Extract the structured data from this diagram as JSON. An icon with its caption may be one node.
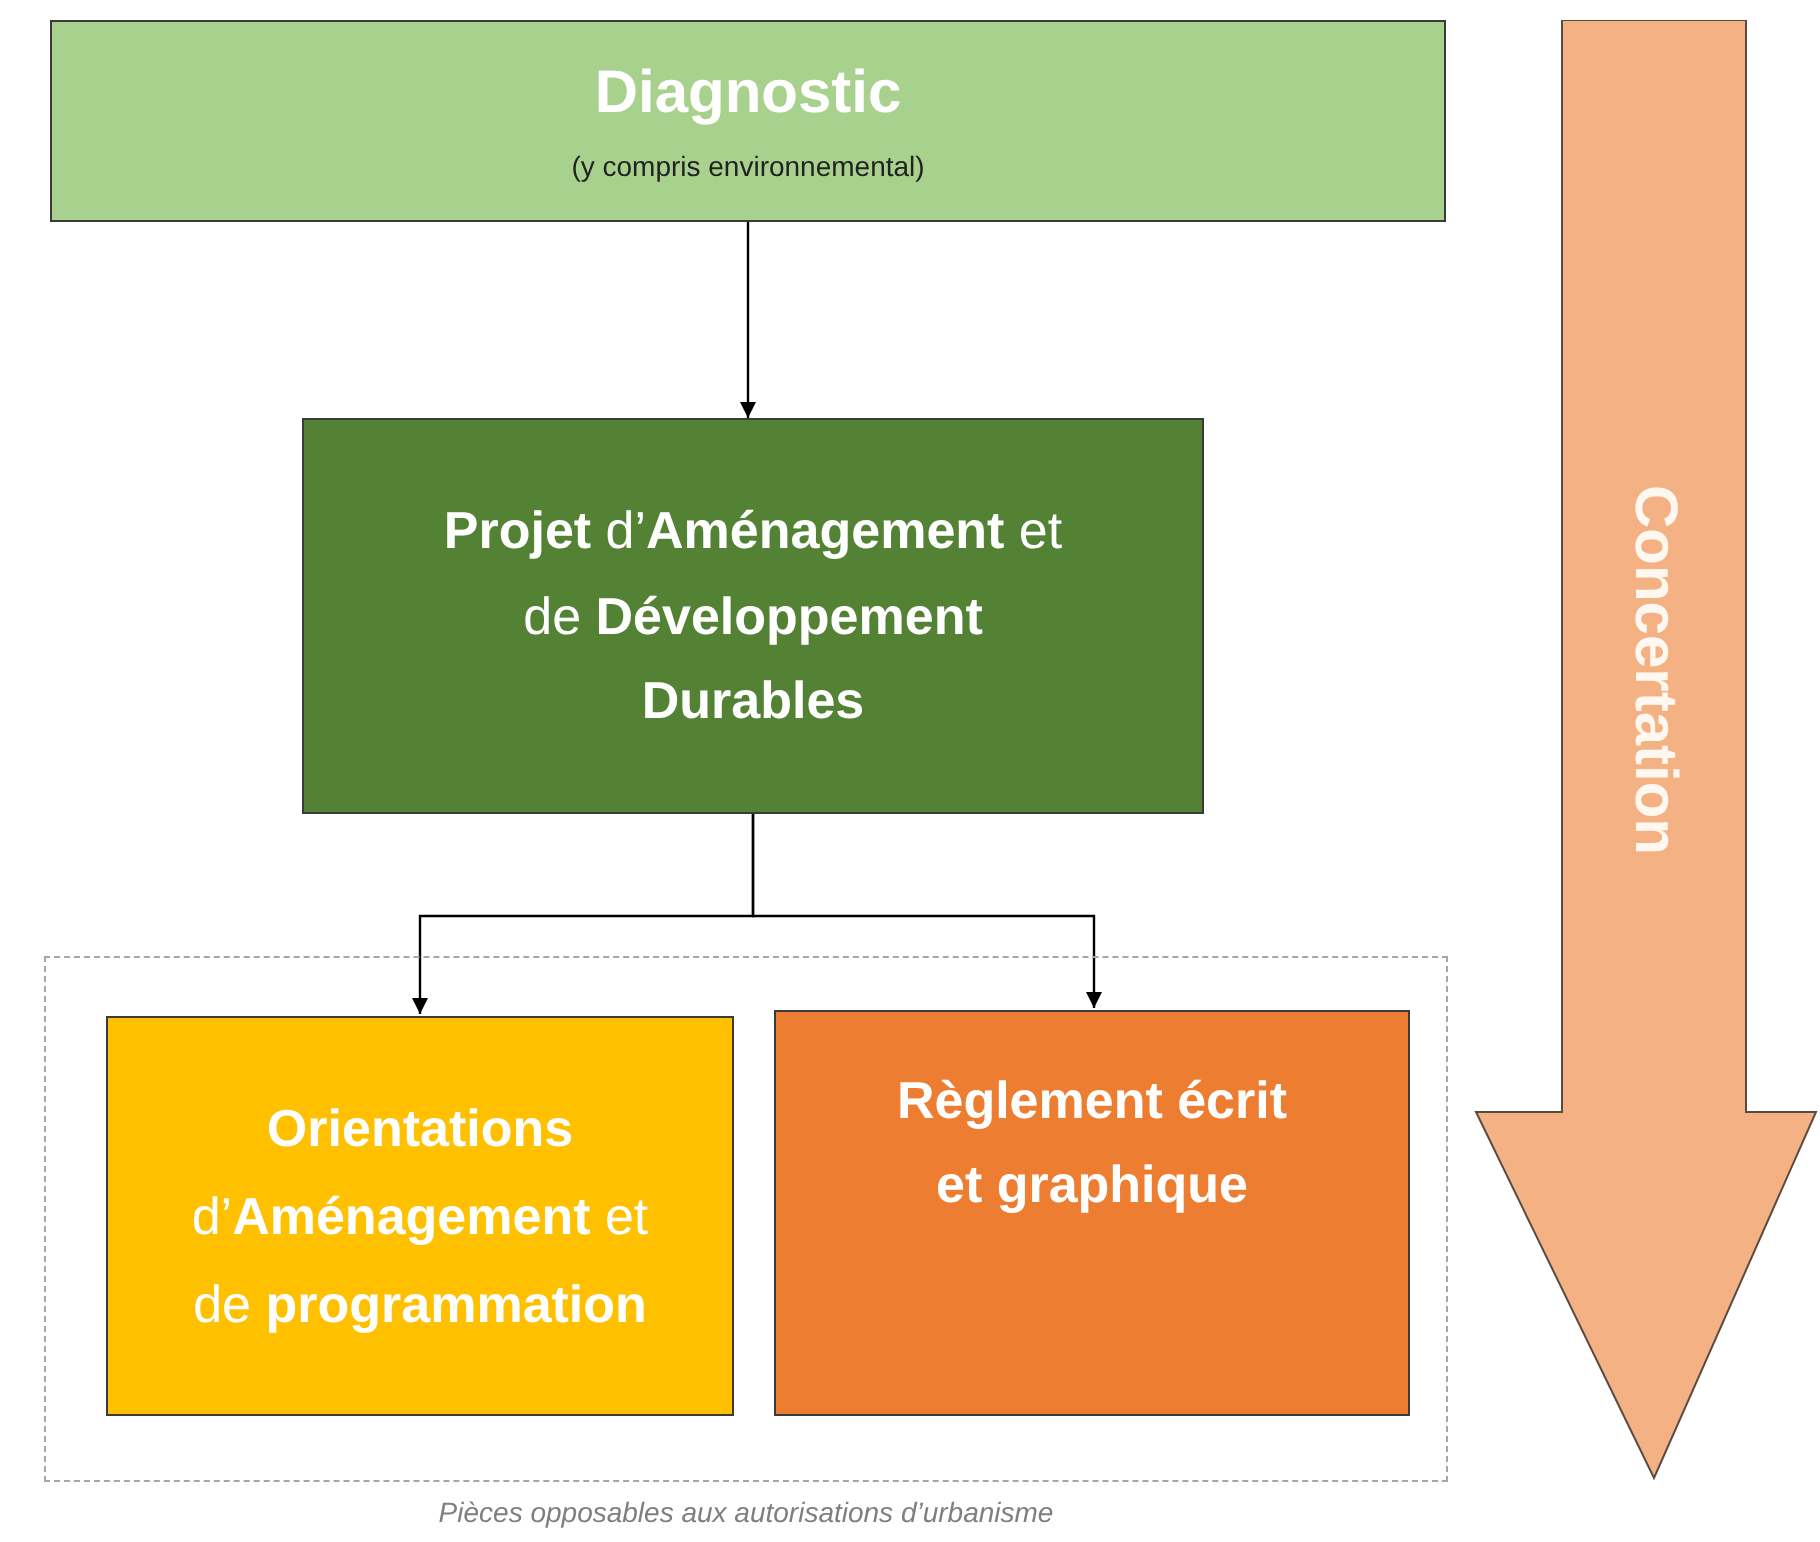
{
  "diagram": {
    "nodes": [
      {
        "text": [
          "Diagnostic",
          "(y compris environnemental)"
        ]
      },
      {
        "text": [
          "**Projet** d’**Aménagement** et de **Développement Durables**"
        ]
      },
      {
        "text": [],
        "shape": "box",
        "beside": [
          "Pièces opposables aux autorisations d’urbanisme"
        ]
      },
      {
        "text": [
          "**Orientations** d’**Aménagement** et de **programmation**"
        ],
        "in": 2
      },
      {
        "text": [
          "Règlement écrit et graphique"
        ],
        "in": 2
      },
      {
        "text": [
          "Concertation"
        ]
      }
    ],
    "edges": [
      {
        "from": 0,
        "to": 1,
        "arrow": "to"
      },
      {
        "from": 1,
        "to": 3,
        "arrow": "to"
      },
      {
        "from": 1,
        "to": 4,
        "arrow": "to"
      }
    ]
  }
}
